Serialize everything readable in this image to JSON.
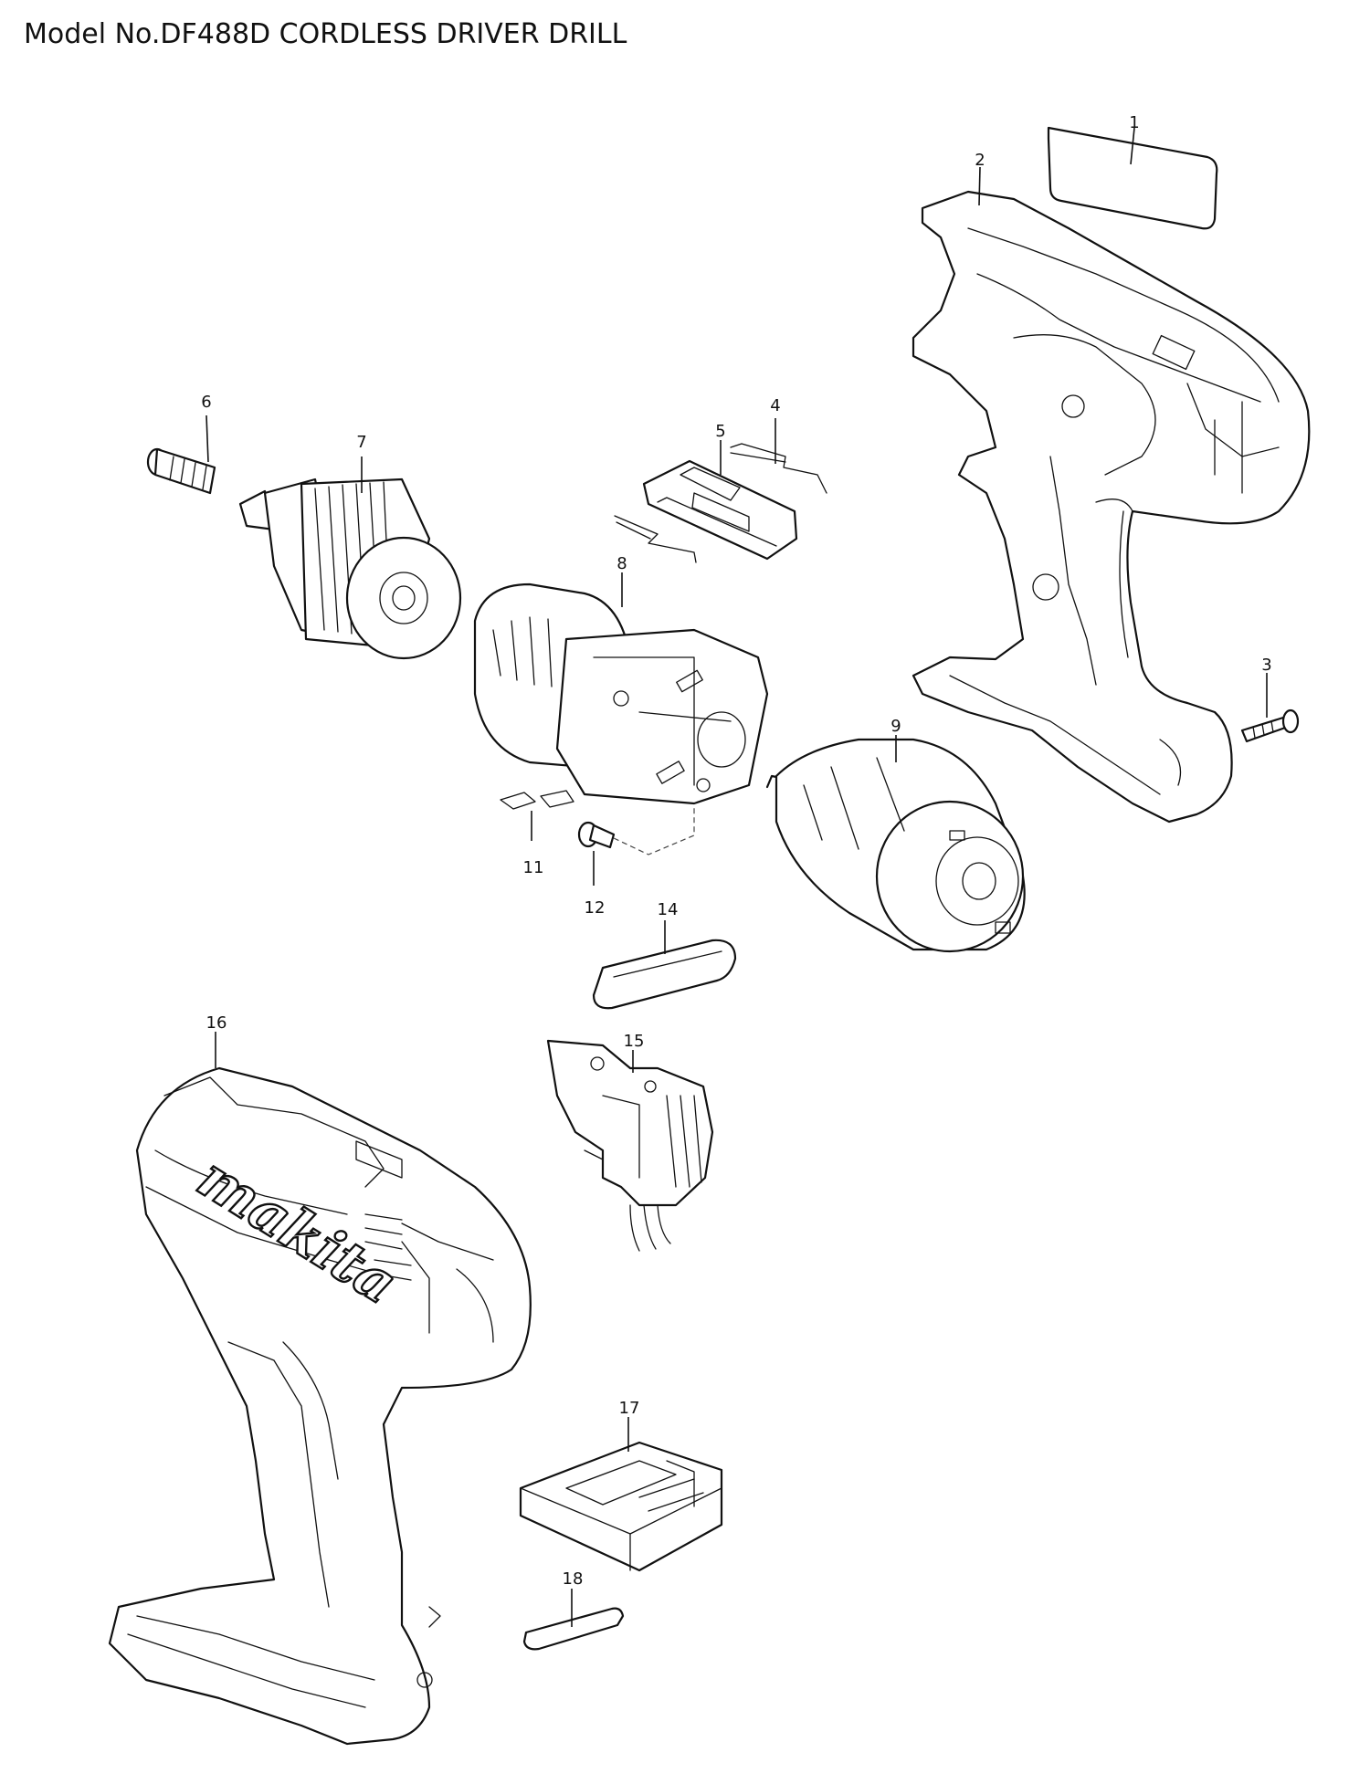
{
  "title": "Model No.DF488D CORDLESS DRIVER DRILL",
  "brand_logo_text": "makita",
  "part_labels": {
    "p1": "1",
    "p2": "2",
    "p3": "3",
    "p4": "4",
    "p5": "5",
    "p6": "6",
    "p7": "7",
    "p8": "8",
    "p9": "9",
    "p11": "11",
    "p12": "12",
    "p14": "14",
    "p15": "15",
    "p16": "16",
    "p17": "17",
    "p18": "18"
  }
}
